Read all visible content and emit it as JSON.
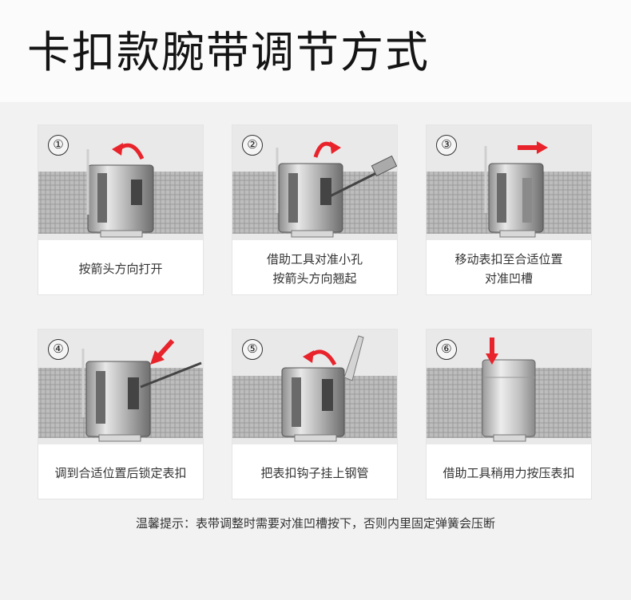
{
  "page": {
    "title": "卡扣款腕带调节方式"
  },
  "colors": {
    "arrow": "#e8232b",
    "text": "#333333",
    "background": "#f2f2f2"
  },
  "steps": [
    {
      "number": "①",
      "lines": [
        "按箭头方向打开"
      ],
      "arrow": "curved-left-arrow"
    },
    {
      "number": "②",
      "lines": [
        "借助工具对准小孔",
        "按箭头方向翘起"
      ],
      "arrow": "curved-right-arrow"
    },
    {
      "number": "③",
      "lines": [
        "移动表扣至合适位置",
        "对准凹槽"
      ],
      "arrow": "right-arrow"
    },
    {
      "number": "④",
      "lines": [
        "调到合适位置后锁定表扣"
      ],
      "arrow": "diagonal-arrow"
    },
    {
      "number": "⑤",
      "lines": [
        "把表扣钩子挂上钢管"
      ],
      "arrow": "curved-left-arrow"
    },
    {
      "number": "⑥",
      "lines": [
        "借助工具稍用力按压表扣"
      ],
      "arrow": "down-arrow"
    }
  ],
  "tip": {
    "text": "温馨提示：表带调整时需要对准凹槽按下，否则内里固定弹簧会压断"
  }
}
